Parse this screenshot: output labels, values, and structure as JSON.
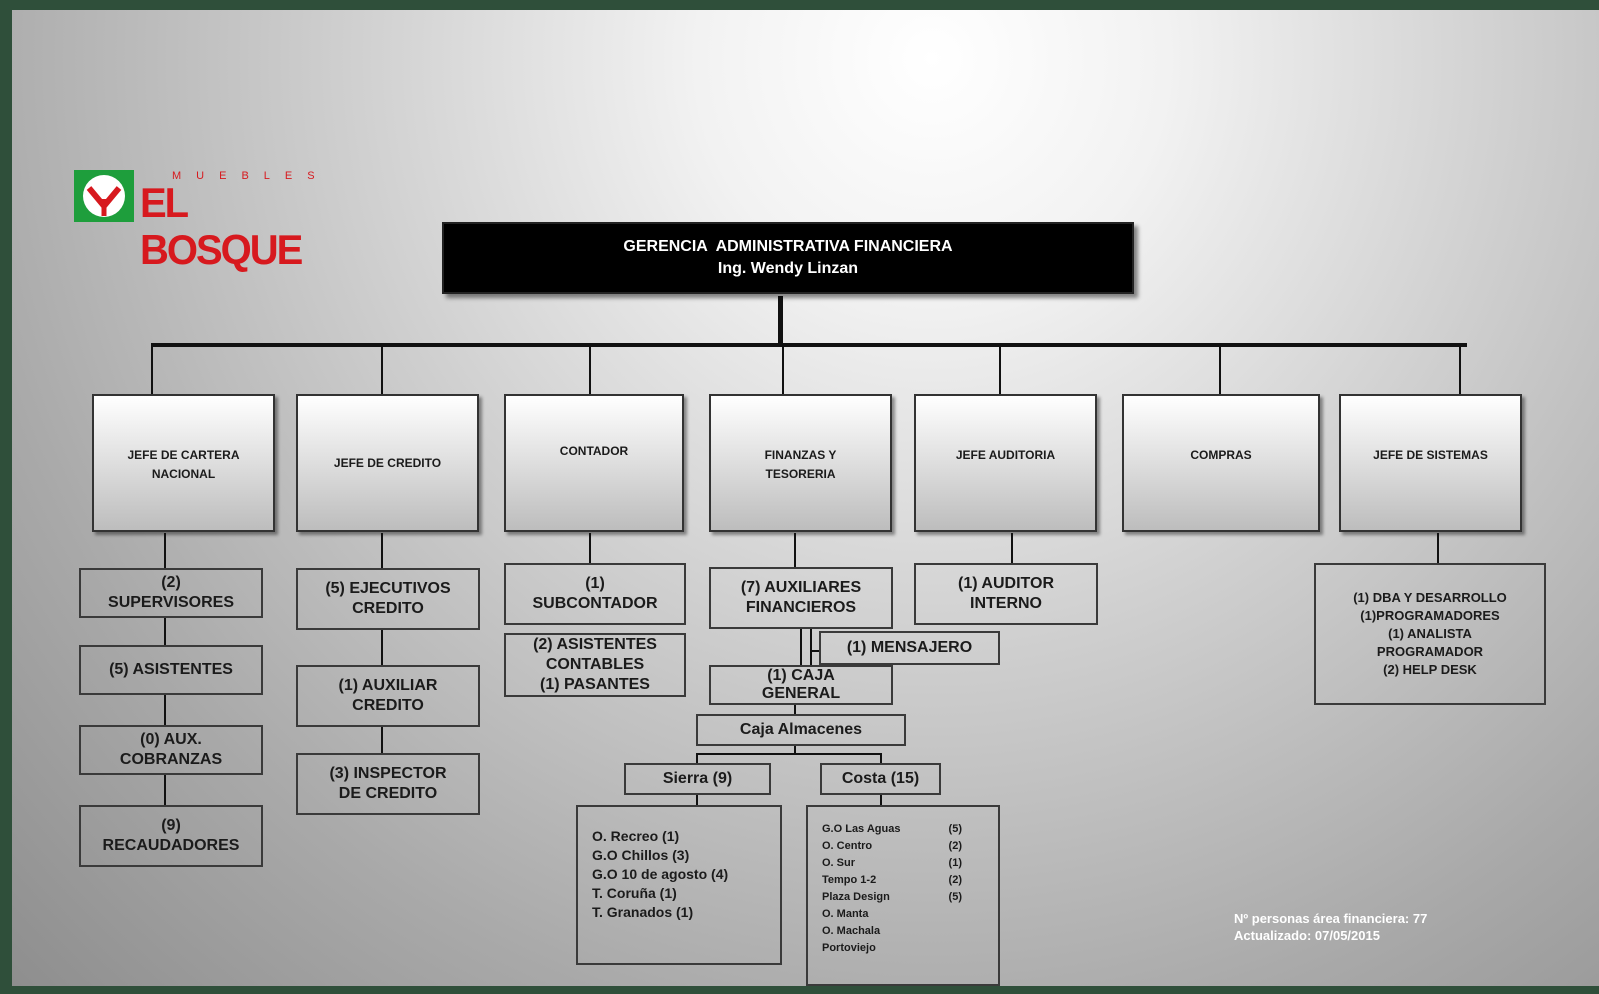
{
  "logo": {
    "brand_small": "MUEBLES",
    "brand_main": "EL BOSQUE",
    "colors": {
      "green": "#1e9e3c",
      "red": "#d7191e"
    }
  },
  "head": {
    "title": "GERENCIA  ADMINISTRATIVA FINANCIERA",
    "name": "Ing. Wendy Linzan"
  },
  "departments": [
    "JEFE DE CARTERA\nNACIONAL",
    "JEFE DE CREDITO",
    "CONTADOR",
    "FINANZAS Y\nTESORERIA",
    "JEFE AUDITORIA",
    "COMPRAS",
    "JEFE DE SISTEMAS"
  ],
  "cartera": [
    "(2)\nSUPERVISORES",
    "(5) ASISTENTES",
    "(0) AUX.\nCOBRANZAS",
    "(9)\nRECAUDADORES"
  ],
  "credito": [
    "(5) EJECUTIVOS\nCREDITO",
    "(1) AUXILIAR\nCREDITO",
    "(3) INSPECTOR\nDE CREDITO"
  ],
  "contador": [
    "(1)\nSUBCONTADOR",
    "(2) ASISTENTES\nCONTABLES\n(1) PASANTES"
  ],
  "finanzas": {
    "auxiliares": "(7) AUXILIARES\nFINANCIEROS",
    "mensajero": "(1) MENSAJERO",
    "caja_general": "(1) CAJA\nGENERAL",
    "caja_almacenes": "Caja Almacenes",
    "sierra": "Sierra (9)",
    "costa": "Costa (15)",
    "sierra_list": [
      "O. Recreo (1)",
      "G.O Chillos (3)",
      "G.O 10 de agosto (4)",
      "T. Coruña (1)",
      "T. Granados (1)"
    ],
    "costa_list": [
      {
        "name": "G.O Las Aguas",
        "count": "(5)"
      },
      {
        "name": "O. Centro",
        "count": "(2)"
      },
      {
        "name": "O. Sur",
        "count": "(1)"
      },
      {
        "name": "Tempo 1-2",
        "count": "(2)"
      },
      {
        "name": "Plaza Design",
        "count": "(5)"
      },
      {
        "name": "O. Manta",
        "count": ""
      },
      {
        "name": "O. Machala",
        "count": ""
      },
      {
        "name": "Portoviejo",
        "count": ""
      }
    ]
  },
  "auditoria": [
    "(1) AUDITOR\nINTERNO"
  ],
  "sistemas": [
    "(1) DBA Y DESARROLLO",
    "(1)PROGRAMADORES",
    "(1) ANALISTA",
    "PROGRAMADOR",
    "(2) HELP DESK"
  ],
  "footer": {
    "line1": "Nº personas área financiera: 77",
    "line2": "Actualizado: 07/05/2015"
  }
}
